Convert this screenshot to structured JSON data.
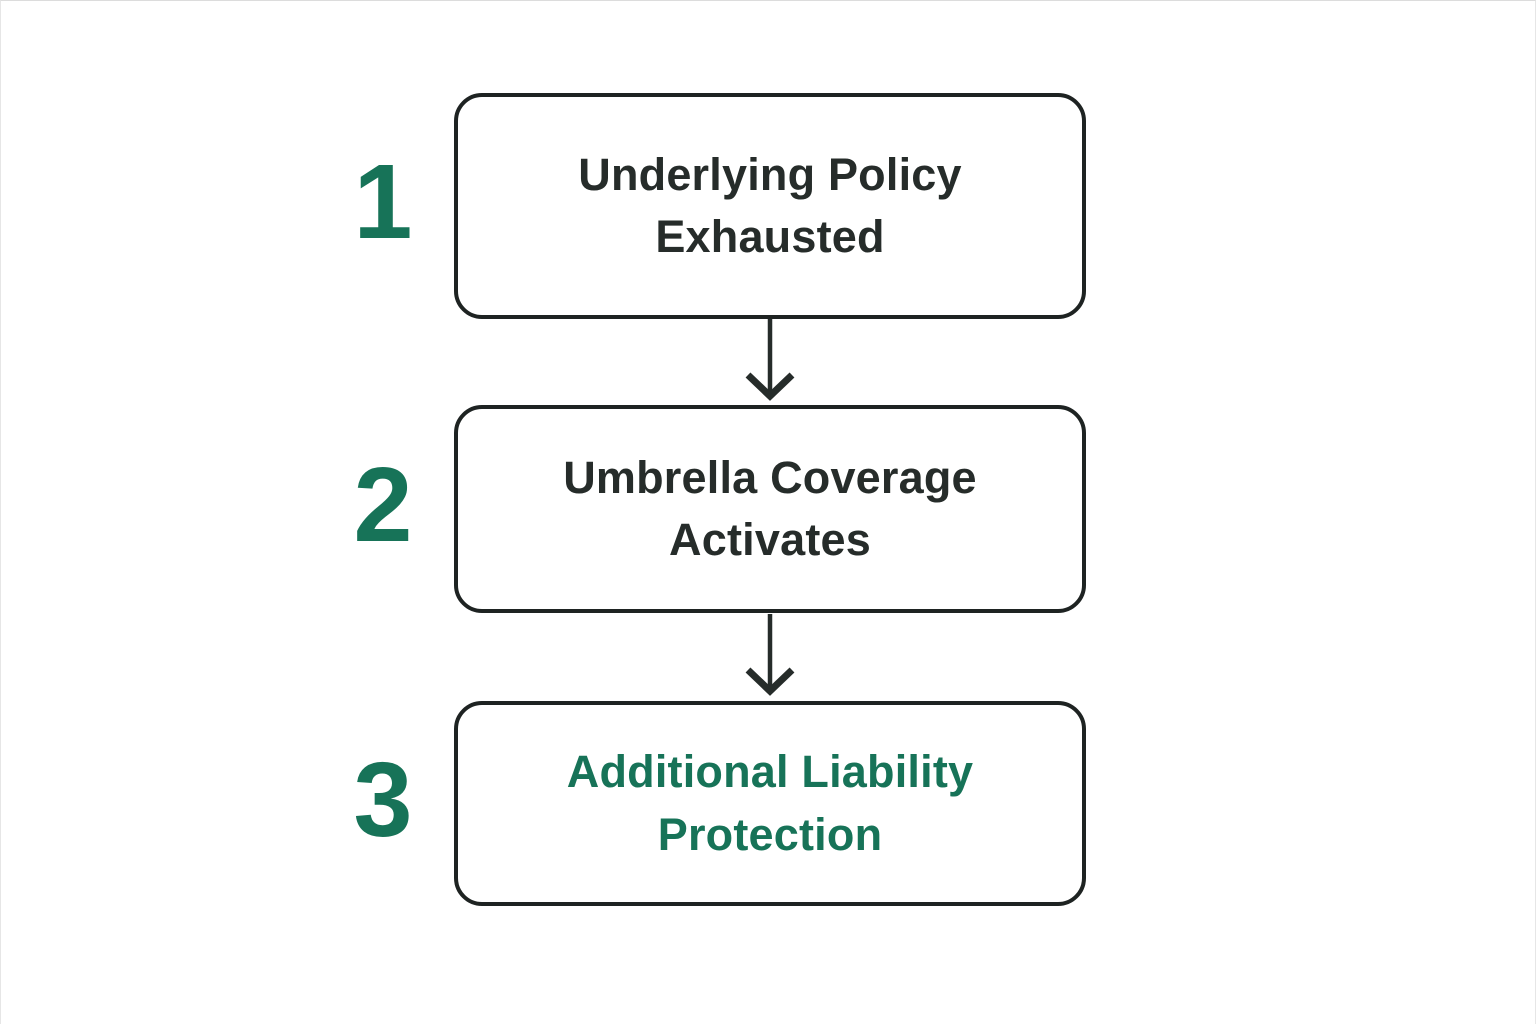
{
  "diagram": {
    "type": "flowchart",
    "background": "#ffffff",
    "colors": {
      "accent_green": "#177358",
      "text_dark": "#262c2a",
      "box_border": "#1e2322",
      "arrow": "#262c2a"
    },
    "steps": [
      {
        "number": "1",
        "label": "Underlying Policy Exhausted",
        "highlight": false
      },
      {
        "number": "2",
        "label": "Umbrella Coverage Activates",
        "highlight": false
      },
      {
        "number": "3",
        "label": "Additional Liability Protection",
        "highlight": true
      }
    ],
    "connectors": [
      {
        "from": 1,
        "to": 2,
        "style": "arrow-down"
      },
      {
        "from": 2,
        "to": 3,
        "style": "arrow-down"
      }
    ]
  }
}
